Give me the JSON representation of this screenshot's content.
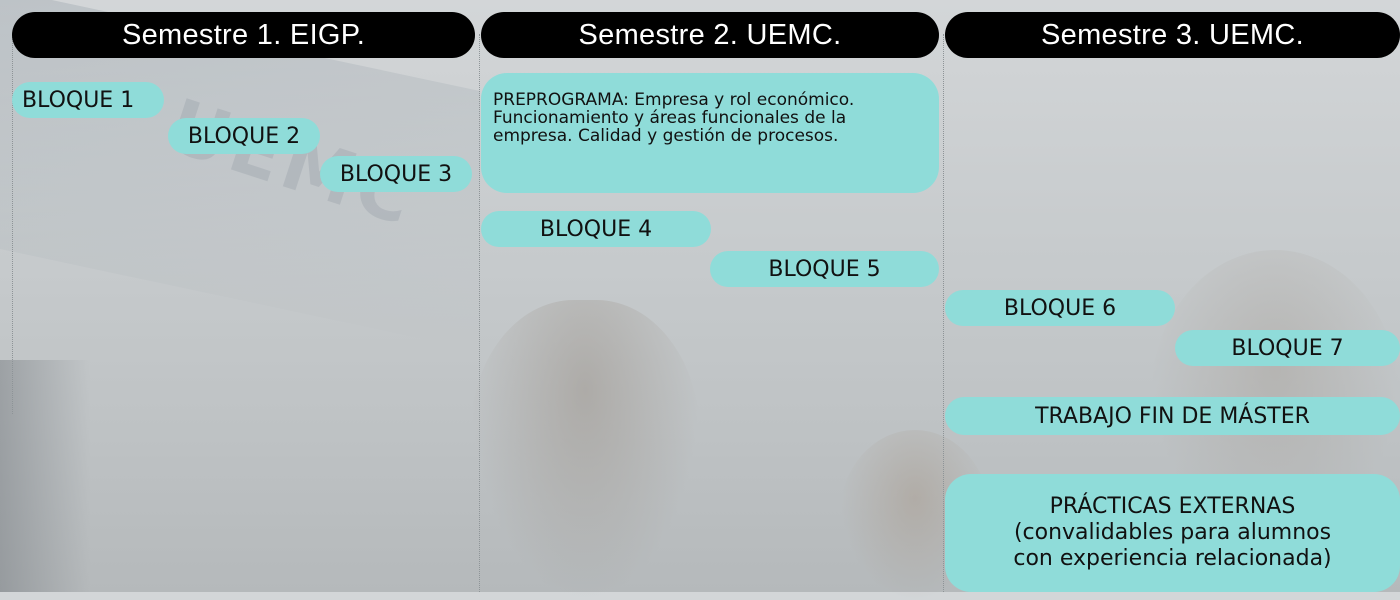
{
  "semesters": [
    {
      "label": "Semestre 1. EIGP."
    },
    {
      "label": "Semestre 2. UEMC."
    },
    {
      "label": "Semestre 3. UEMC."
    }
  ],
  "background_logo": "UEMC",
  "blocks": {
    "b1": "BLOQUE 1",
    "b2": "BLOQUE 2",
    "b3": "BLOQUE 3",
    "b4": "BLOQUE 4",
    "b5": "BLOQUE 5",
    "b6": "BLOQUE 6",
    "b7": "BLOQUE 7",
    "tfm": "TRABAJO FIN DE MÁSTER",
    "practicas_line1": "PRÁCTICAS EXTERNAS",
    "practicas_line2": "(convalidables para alumnos",
    "practicas_line3": "con experiencia relacionada)"
  },
  "preprograma": "PREPROGRAMA: Empresa y rol económico. Funcionamiento y áreas funcionales de la empresa. Calidad y gestión de procesos.",
  "colors": {
    "header_bg": "#000000",
    "header_text": "#ffffff",
    "pill_bg": "#8fdcd9"
  }
}
